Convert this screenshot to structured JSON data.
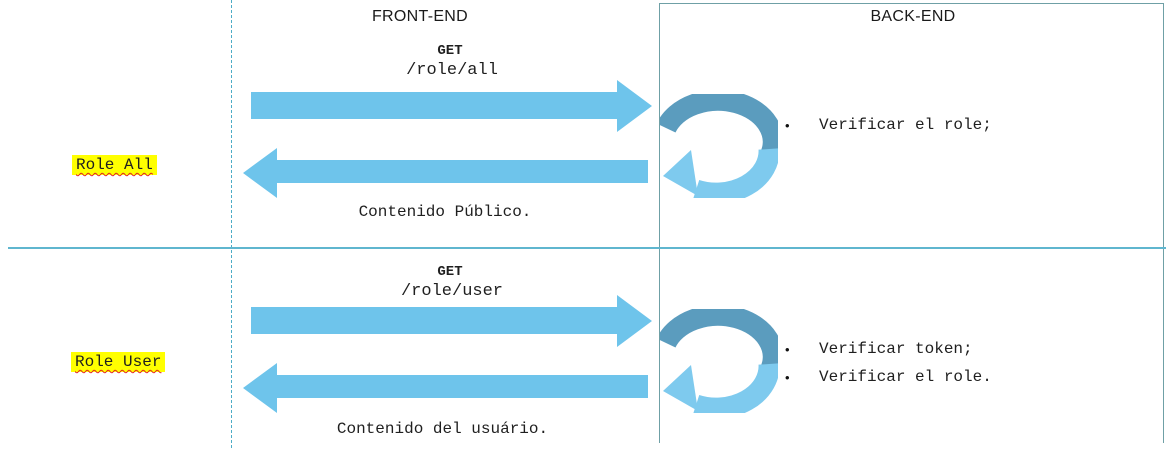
{
  "columns": {
    "frontend_label": "FRONT-END",
    "backend_label": "BACK-END"
  },
  "rows": [
    {
      "role_label": "Role All",
      "request_method": "GET",
      "request_path": "/role/all",
      "backend_steps": [
        "Verificar el role;"
      ],
      "response_text": "Contenido Público."
    },
    {
      "role_label": "Role User",
      "request_method": "GET",
      "request_path": "/role/user",
      "backend_steps": [
        "Verificar token;",
        "Verificar el role."
      ],
      "response_text": "Contenido del usuário."
    }
  ],
  "bullet_glyph": "•",
  "colors": {
    "arrow": "#6EC4EB",
    "loop_dark": "#5B9CBE",
    "loop_light": "#7ECAEE",
    "highlight": "#FFFF00",
    "divider": "#5FB6CF",
    "box_border": "#6FA0A6",
    "dashed_line": "#4BACC6"
  }
}
